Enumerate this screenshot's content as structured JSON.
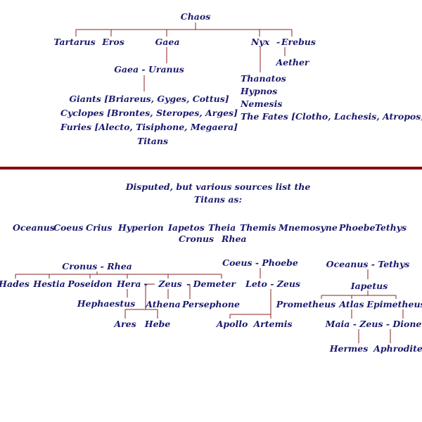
{
  "colors": {
    "text": "#1a1a6e",
    "lines": "#8b2020",
    "divider": "#8b0000",
    "background": "#ffffff"
  },
  "upper_tree": {
    "chaos": "Chaos",
    "tartarus": "Tartarus",
    "eros": "Eros",
    "gaea": "Gaea",
    "nyx": "Nyx",
    "nyx_erebus_sep": "-",
    "erebus": "Erebus",
    "aether": "Aether",
    "gaea_uranus": "Gaea - Uranus",
    "nyx_children": [
      "Thanatos",
      "Hypnos",
      "Nemesis",
      "The Fates [Clotho, Lachesis, Atropos]"
    ],
    "gaea_uranus_children": [
      "Giants [Briareus, Gyges, Cottus]",
      "Cyclopes [Brontes, Steropes, Arges]",
      "Furies [Alecto, Tisiphone, Megaera]",
      "Titans"
    ]
  },
  "titans_intro": [
    "Disputed, but various sources list the",
    "Titans as:"
  ],
  "titans_list_row1": [
    "Oceanus",
    "Coeus",
    "Crius",
    "Hyperion",
    "Iapetos",
    "Theia",
    "Themis",
    "Mnemosyne",
    "Phoebe",
    "Tethys"
  ],
  "titans_list_row2": [
    "Cronus",
    "Rhea"
  ],
  "cronus_tree": {
    "parents": "Cronus - Rhea",
    "children": [
      "Hades",
      "Hestia",
      "Poseidon",
      "Hera -",
      "Zeus",
      "- Demeter"
    ],
    "hera_child": "Hephaestus",
    "zeus_hera_children": [
      "Ares",
      "Hebe"
    ],
    "athena": "Athena",
    "persephone": "Persephone"
  },
  "coeus_tree": {
    "parents": "Coeus - Phoebe",
    "couple": "Leto - Zeus",
    "children": [
      "Apollo",
      "Artemis"
    ]
  },
  "oceanus_tree": {
    "parents": "Oceanus - Tethys",
    "iapetus": "Iapetus",
    "children": [
      "Prometheus",
      "Atlas",
      "Epimetheus"
    ],
    "maia_zeus_dione": "Maia - Zeus - Dione",
    "grandchildren": [
      "Hermes",
      "Aphrodite"
    ]
  }
}
